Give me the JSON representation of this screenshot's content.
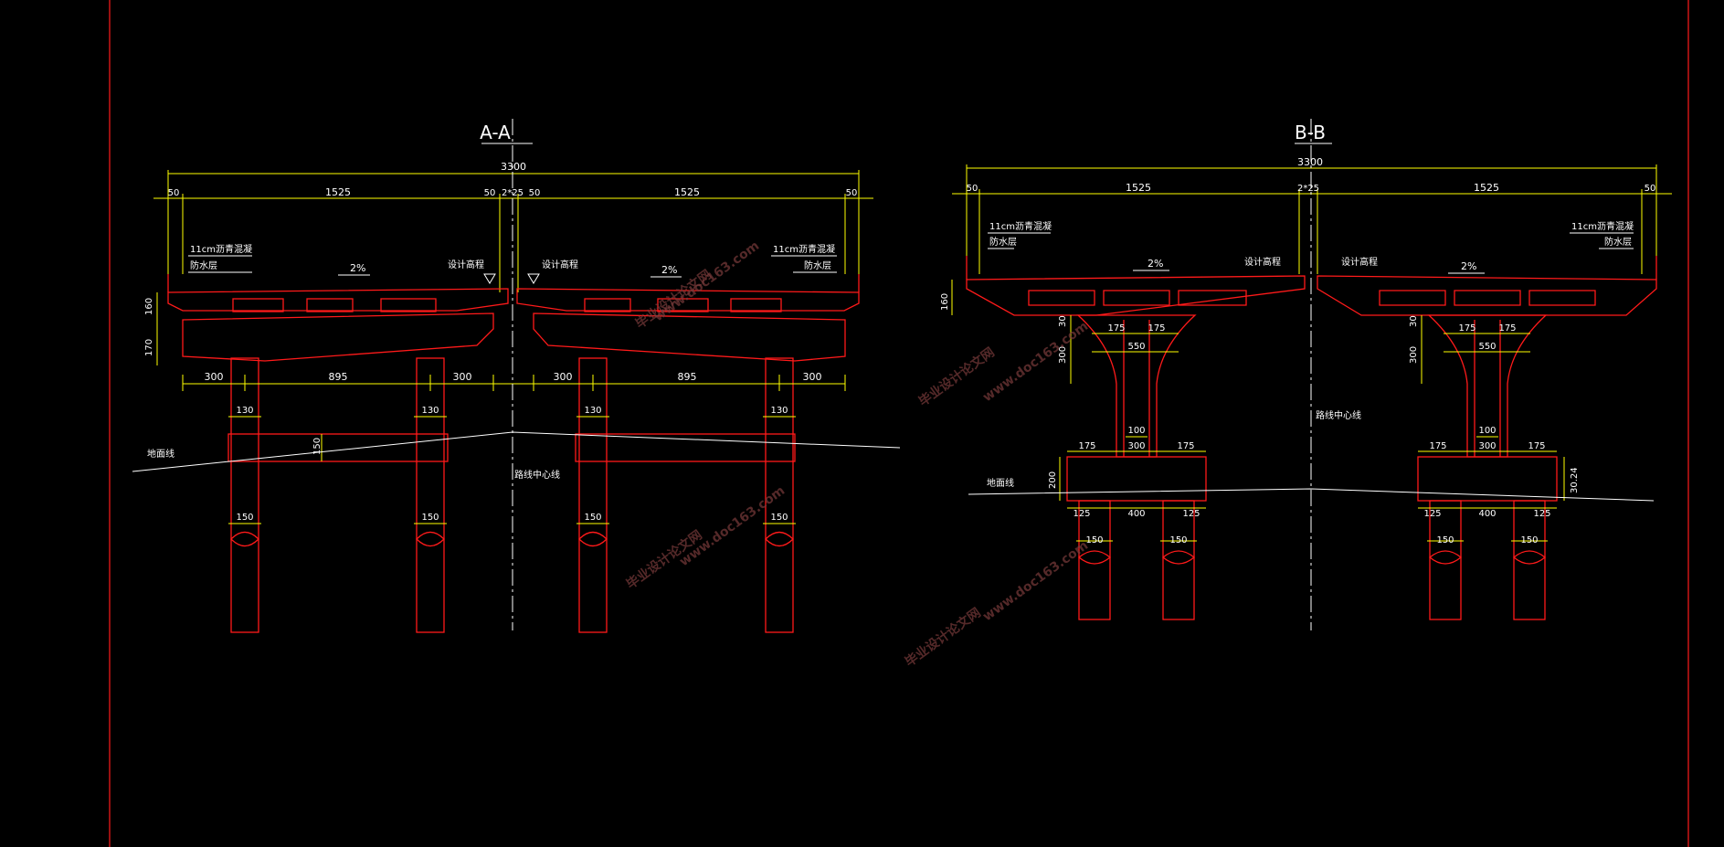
{
  "sections": {
    "aa": {
      "title": "A-A",
      "total": "3300",
      "left_half": "1525",
      "right_half": "1525",
      "edge_left": "50",
      "edge_right": "50",
      "center_left": "50",
      "center_gap": "2*25",
      "center_right": "50",
      "surface": "11cm沥青混凝",
      "waterproof": "防水层",
      "slope": "2%",
      "design_elev": "设计高程",
      "deck_depth": "160",
      "cap_depth": "170",
      "pier_spacing_outer": "300",
      "pier_spacing_mid": "895",
      "column_dia": "130",
      "pile_dia": "150",
      "tie_beam": "150",
      "ground_line": "地面线",
      "route_center": "路线中心线"
    },
    "bb": {
      "title": "B-B",
      "total": "3300",
      "left_half": "1525",
      "right_half": "1525",
      "edge": "50",
      "center_gap": "2*25",
      "surface": "11cm沥青混凝",
      "waterproof": "防水层",
      "slope": "2%",
      "design_elev": "设计高程",
      "deck_depth": "160",
      "bracket_top": "30",
      "pier_top_half": "175",
      "pier_top": "550",
      "pier_flare": "300",
      "column_gap": "100",
      "column_width": "300",
      "footing_side": "175",
      "footing_depth": "200",
      "footing_side_right": "30.24",
      "pile_edge": "125",
      "pile_spacing": "400",
      "pile_dia": "150",
      "ground_line": "地面线",
      "route_center": "路线中心线"
    }
  },
  "watermark": {
    "name": "毕业设计论文网",
    "url": "www.doc163.com"
  },
  "colors": {
    "background": "#000000",
    "structure": "#ff1a1a",
    "dimension": "#ffff00",
    "centerline": "#ffffff",
    "text": "#ffffff",
    "watermark": "#7a3b3b"
  }
}
